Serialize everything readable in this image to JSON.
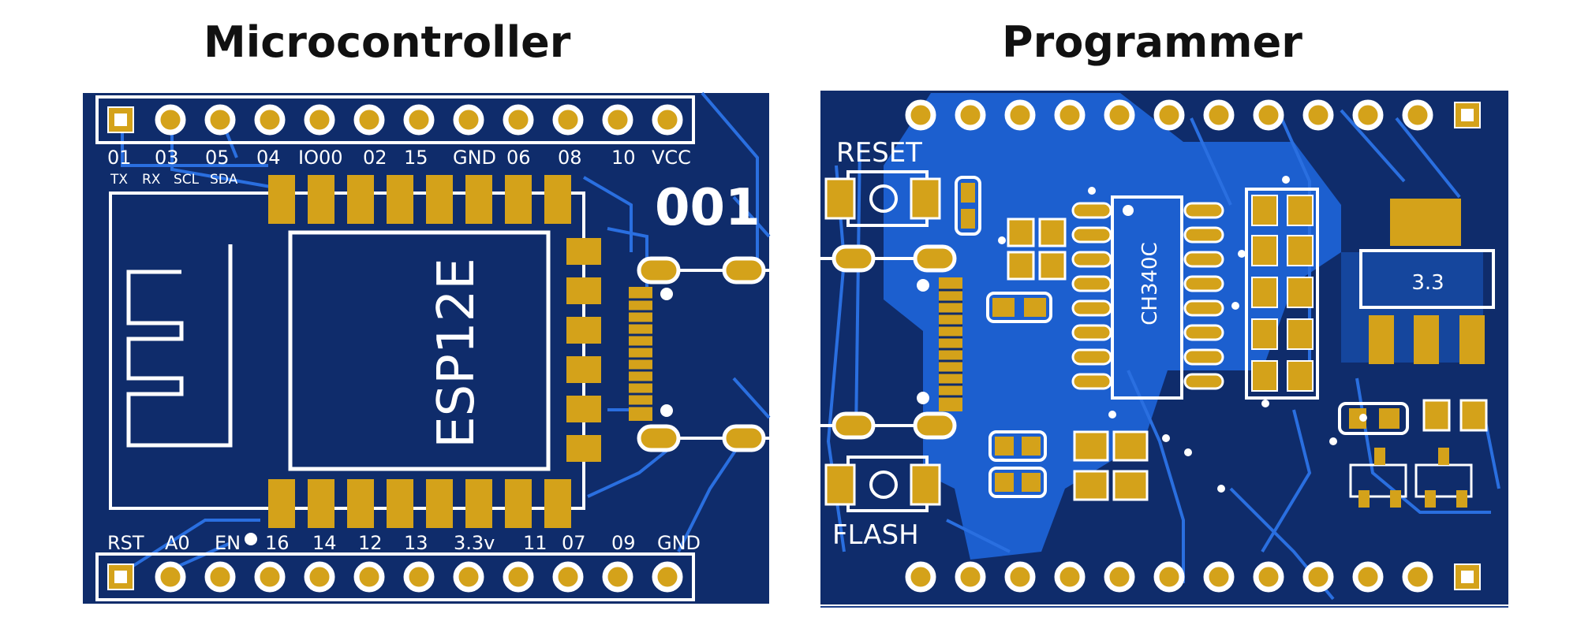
{
  "titles": {
    "left": "Microcontroller",
    "right": "Programmer"
  },
  "microcontroller": {
    "top_pin_labels": [
      "01",
      "03",
      "05",
      "04",
      "IO00",
      "02",
      "15",
      "GND",
      "06",
      "08",
      "10",
      "VCC"
    ],
    "top_sub_labels": [
      "TX",
      "RX",
      "SCL",
      "SDA"
    ],
    "bottom_pin_labels": [
      "RST",
      "A0",
      "EN",
      "16",
      "14",
      "12",
      "13",
      "3.3v",
      "11",
      "07",
      "09",
      "GND"
    ],
    "module_label": "ESP12E",
    "board_number": "001"
  },
  "programmer": {
    "reset_label": "RESET",
    "flash_label": "FLASH",
    "chip_label": "CH340C",
    "regulator_label": "3.3"
  },
  "colors": {
    "board_dark": "#0f2c6b",
    "board_copper": "#1c5fcf",
    "trace": "#2a6fe0",
    "pad_gold": "#d4a21a",
    "silkscreen": "#ffffff"
  }
}
